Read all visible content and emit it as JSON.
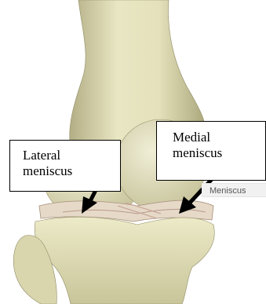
{
  "labels": {
    "lateral": {
      "line1": "Lateral",
      "line2": "meniscus"
    },
    "medial": {
      "line1": "Medial",
      "line2": "meniscus"
    },
    "overlay_tag": "Meniscus"
  },
  "colors": {
    "bone": "#e8e5bf",
    "bone_shadow": "#b9b58c",
    "meniscus": "#e6d9c8",
    "arrow": "#000000"
  }
}
